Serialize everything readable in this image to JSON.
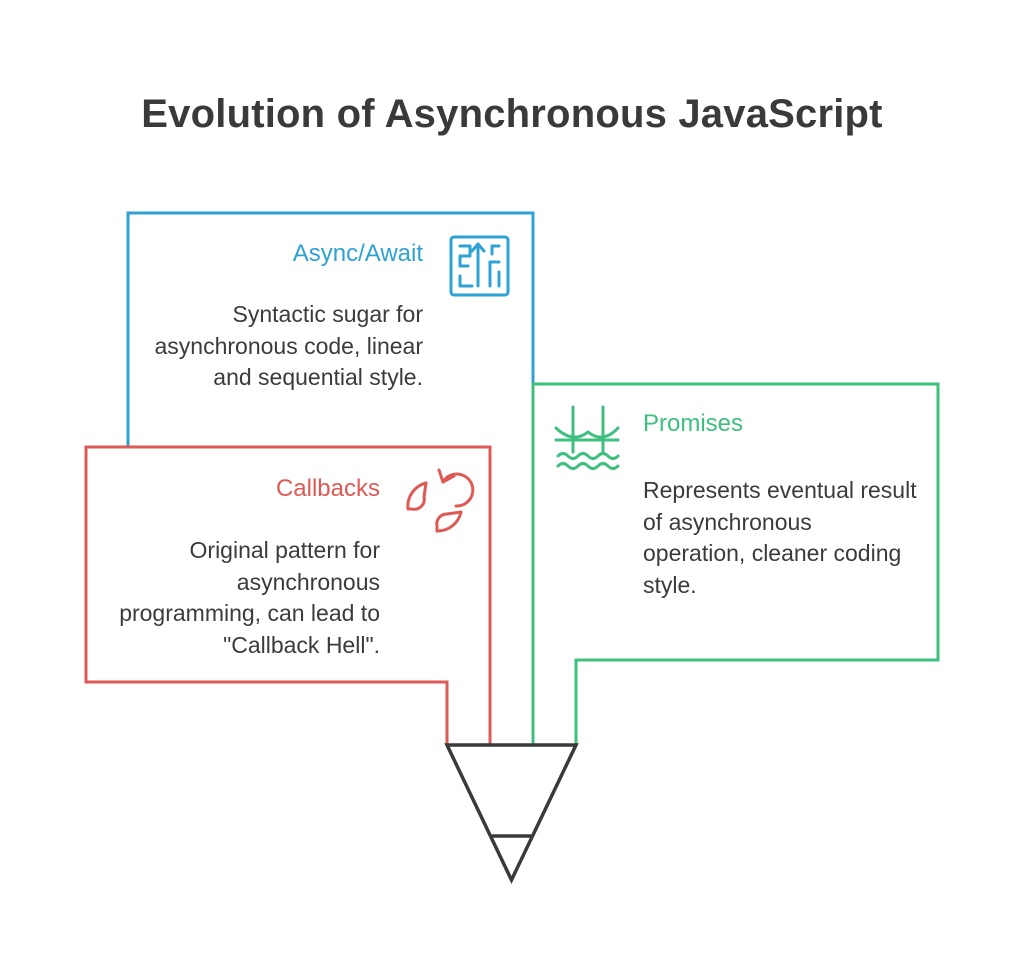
{
  "title": "Evolution of Asynchronous JavaScript",
  "colors": {
    "async": "#2ea2d3",
    "callbacks": "#dd5a55",
    "promises": "#3dc07e",
    "funnel": "#3a3a3a",
    "text": "#3b3b3b"
  },
  "cards": {
    "async_await": {
      "title": "Async/Await",
      "description": "Syntactic sugar for asynchronous code, linear and sequential style.",
      "icon": "maze-arrows-icon"
    },
    "callbacks": {
      "title": "Callbacks",
      "description": "Original pattern for asynchronous programming, can lead to \"Callback Hell\".",
      "icon": "refresh-icon"
    },
    "promises": {
      "title": "Promises",
      "description": "Represents eventual result of asynchronous operation, cleaner coding style.",
      "icon": "bridge-icon"
    }
  }
}
